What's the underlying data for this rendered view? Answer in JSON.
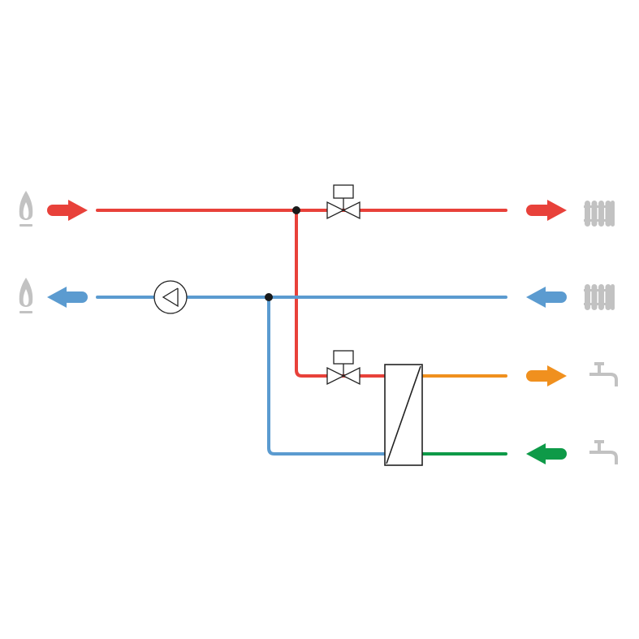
{
  "colors": {
    "supply_hot": "#e8413a",
    "return_cold": "#5b9bd0",
    "dhw_hot": "#f0901e",
    "dhw_cold": "#0e9a48",
    "symbol_stroke": "#222222",
    "junction": "#1a1a1a",
    "icon_gray": "#c2c2c2"
  },
  "icons": {
    "heat_source": "flame-icon",
    "heating_load": "radiator-icon",
    "hot_water_load": "tap-icon",
    "valve": "motorized-valve-icon",
    "pump": "circulation-pump-icon",
    "exchanger": "plate-heat-exchanger-icon"
  },
  "flows": [
    {
      "name": "boiler-supply",
      "direction": "in",
      "color_key": "supply_hot"
    },
    {
      "name": "boiler-return",
      "direction": "out",
      "color_key": "return_cold"
    },
    {
      "name": "heating-supply",
      "direction": "out",
      "color_key": "supply_hot"
    },
    {
      "name": "heating-return",
      "direction": "in",
      "color_key": "return_cold"
    },
    {
      "name": "hot-water-outlet",
      "direction": "out",
      "color_key": "dhw_hot"
    },
    {
      "name": "cold-water-inlet",
      "direction": "in",
      "color_key": "dhw_cold"
    }
  ]
}
